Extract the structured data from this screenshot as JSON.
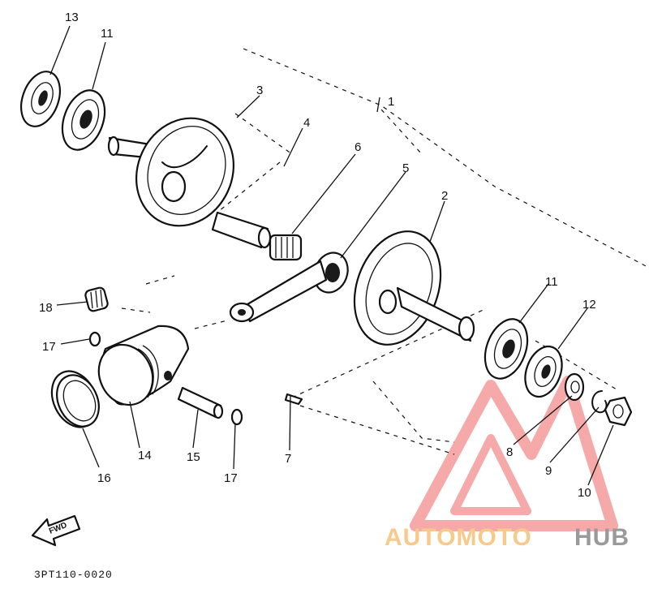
{
  "diagram": {
    "drawing_code": "3PT110-0020",
    "forward_label": "FWD",
    "callouts": {
      "c1": "1",
      "c2": "2",
      "c3": "3",
      "c4": "4",
      "c5": "5",
      "c6": "6",
      "c7": "7",
      "c8": "8",
      "c9": "9",
      "c10": "10",
      "c11a": "11",
      "c11b": "11",
      "c12": "12",
      "c13": "13",
      "c14": "14",
      "c15": "15",
      "c16": "16",
      "c17a": "17",
      "c17b": "17",
      "c18": "18"
    }
  },
  "watermark": {
    "text_part1": "AUTOMOTO",
    "text_part2": "HUB",
    "color_primary": "#f4a0a0",
    "color_secondary": "#f7c98a",
    "color_tertiary": "#9a9a9a"
  }
}
